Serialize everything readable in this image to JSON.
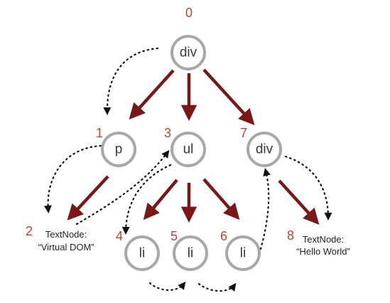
{
  "colors": {
    "node_stroke": "#a8a8a8",
    "edge": "#7a1717",
    "index": "#c0443a",
    "traverse": "#111111"
  },
  "nodes": [
    {
      "id": "n0",
      "tag": "div",
      "index": "0"
    },
    {
      "id": "n1",
      "tag": "p",
      "index": "1"
    },
    {
      "id": "n3",
      "tag": "ul",
      "index": "3"
    },
    {
      "id": "n7",
      "tag": "div",
      "index": "7"
    },
    {
      "id": "n4",
      "tag": "li",
      "index": "4"
    },
    {
      "id": "n5",
      "tag": "li",
      "index": "5"
    },
    {
      "id": "n6",
      "tag": "li",
      "index": "6"
    }
  ],
  "text_nodes": [
    {
      "id": "t2",
      "index": "2",
      "line1": "TextNode:",
      "line2": "“Virtual DOM”"
    },
    {
      "id": "t8",
      "index": "8",
      "line1": "TextNode:",
      "line2": "“Hello World”"
    }
  ]
}
